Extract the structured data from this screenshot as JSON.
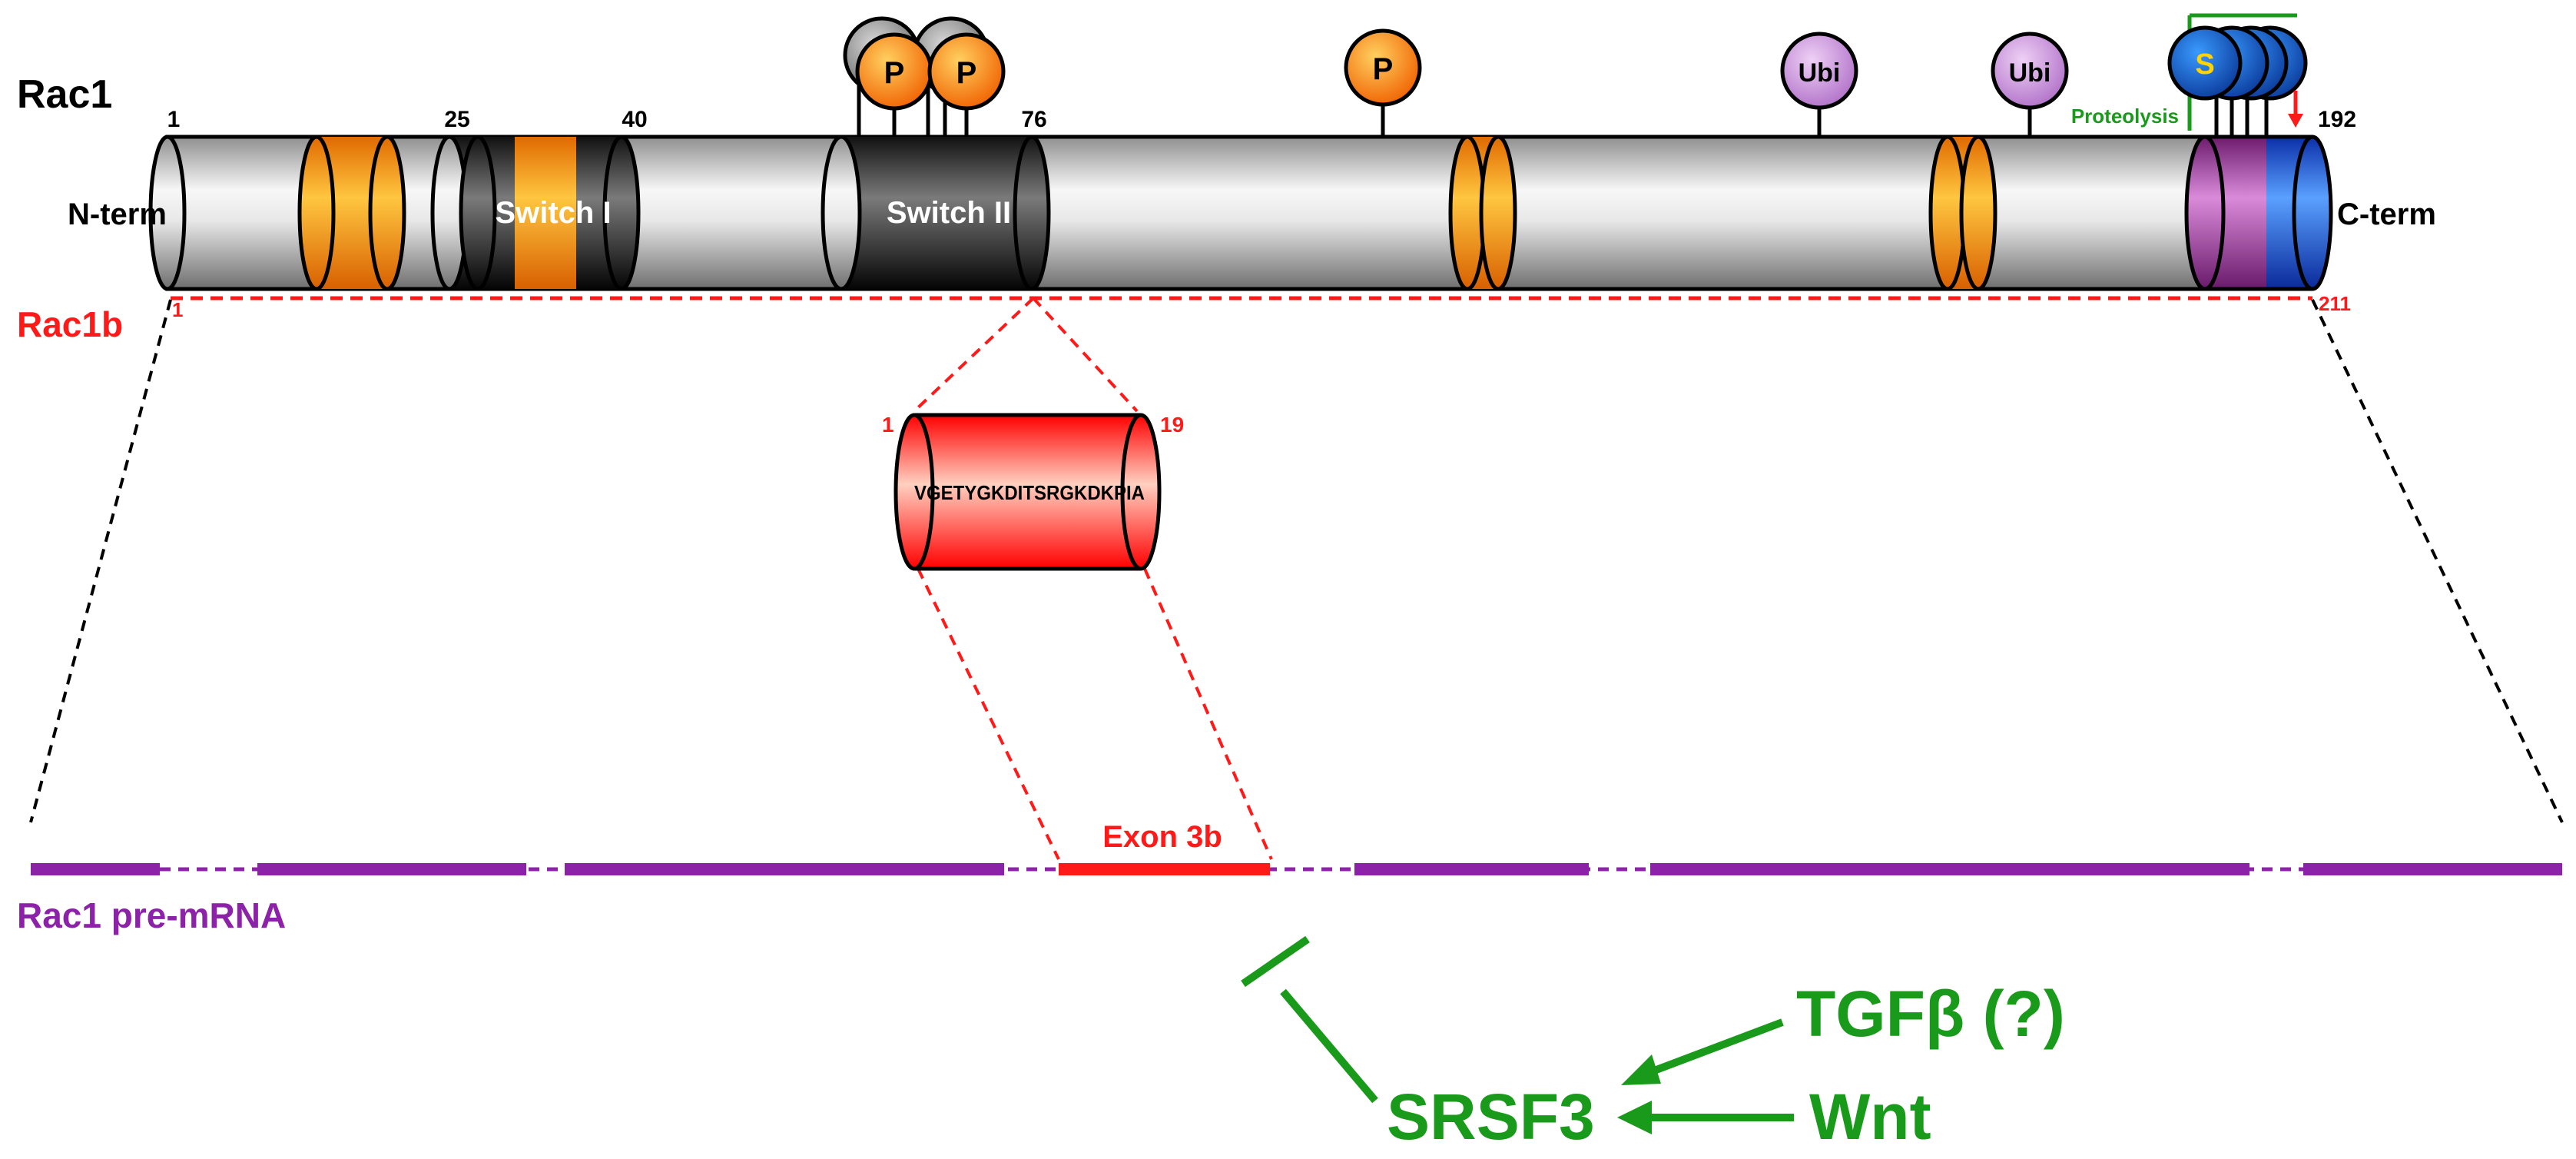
{
  "protein": {
    "name": "Rac1",
    "isoform": "Rac1b",
    "n_term": "N-term",
    "c_term": "C-term",
    "switch1": "Switch I",
    "switch2": "Switch II",
    "pos_1": "1",
    "pos_25": "25",
    "pos_40": "40",
    "pos_76": "76",
    "pos_192": "192",
    "pos_211": "211",
    "proteolysis": "Proteolysis"
  },
  "modifications": {
    "p1": "P",
    "p2": "P",
    "p3": "P",
    "ubi1": "Ubi",
    "ubi2": "Ubi",
    "s": "S"
  },
  "insert": {
    "start": "1",
    "end": "19",
    "sequence": "VGETYGKDITSRGKDKPIA"
  },
  "gene": {
    "exon_label": "Exon 3b",
    "pre_mrna": "Rac1 pre-mRNA"
  },
  "regulation": {
    "srsf3": "SRSF3",
    "tgfb": "TGFβ (?)",
    "wnt": "Wnt"
  },
  "colors": {
    "orange": "#ff9a00",
    "switch": "#2b2b2b",
    "magenta": "#993399",
    "blue": "#1f5fd8",
    "red": "#ff1a1a",
    "purple": "#8b22a8",
    "green": "#1a9a1a",
    "ubi": "#c98bd8"
  }
}
